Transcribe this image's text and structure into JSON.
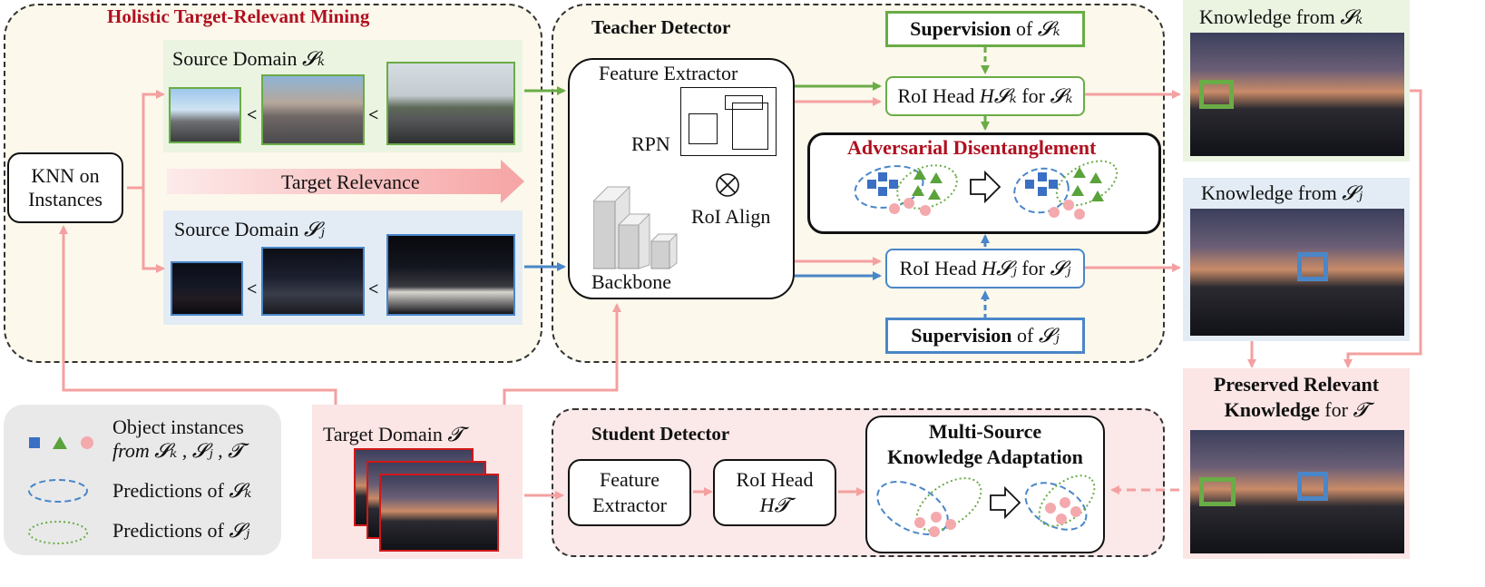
{
  "mining": {
    "title": "Holistic Target-Relevant Mining",
    "knn_line1": "KNN on",
    "knn_line2": "Instances",
    "source_k_label": "Source Domain ",
    "source_k_sym": "S_k",
    "source_j_label": "Source Domain ",
    "source_j_sym": "S_j",
    "target_relevance": "Target Relevance",
    "less_than": "<"
  },
  "teacher": {
    "title": "Teacher Detector",
    "feature_extractor": "Feature Extractor",
    "rpn": "RPN",
    "roi_align": "RoI Align",
    "backbone": "Backbone",
    "supervision_k_bold": "Supervision",
    "supervision_k_rest": " of ",
    "supervision_k_sym": "S_k",
    "supervision_j_bold": "Supervision",
    "supervision_j_rest": " of ",
    "supervision_j_sym": "S_j",
    "roi_head_k": "RoI Head ",
    "roi_head_k_sym": "H_Sk",
    "roi_head_k_for": " for ",
    "roi_head_k_target": "S_k",
    "roi_head_j": "RoI Head ",
    "roi_head_j_sym": "H_Sj",
    "roi_head_j_for": " for ",
    "roi_head_j_target": "S_j",
    "adversarial": "Adversarial Disentanglement"
  },
  "knowledge": {
    "from_k": "Knowledge from ",
    "from_k_sym": "S_k",
    "from_j": "Knowledge from ",
    "from_j_sym": "S_j",
    "preserved_line1": "Preserved Relevant",
    "preserved_line2_bold": "Knowledge",
    "preserved_line2_rest": " for ",
    "preserved_sym": "T"
  },
  "legend": {
    "instances_line1": "Object instances",
    "instances_line2": "from S_k , S_j , T",
    "pred_k": "Predictions of ",
    "pred_k_sym": "S_k",
    "pred_j": "Predictions of ",
    "pred_j_sym": "S_j"
  },
  "target": {
    "label": "Target Domain ",
    "sym": "T"
  },
  "student": {
    "title": "Student Detector",
    "feature_line1": "Feature",
    "feature_line2": "Extractor",
    "roi_line1": "RoI Head",
    "roi_line2": "H_T",
    "msa_line1": "Multi-Source",
    "msa_line2": "Knowledge Adaptation"
  },
  "colors": {
    "green": "#6aac46",
    "blue": "#4a86c8",
    "pink": "#f4a0a0",
    "red_title": "#b01020",
    "square_blue": "#3a6fc4",
    "triangle_green": "#5aa23a",
    "circle_pink": "#f4a9ad"
  }
}
